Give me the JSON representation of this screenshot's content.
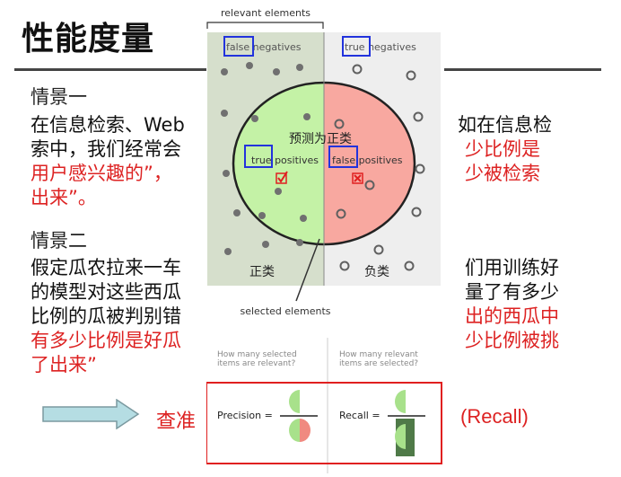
{
  "slide": {
    "title": "性能度量",
    "scene1_heading": "情景一",
    "scene1_line1_left": "在信息检索、Web",
    "scene1_line1_right": "如在信息检",
    "scene1_line2_left": "索中，我们经常会",
    "scene1_line2_right": "少比例是",
    "scene1_line3_left": "用户感兴趣的”，",
    "scene1_line3_right": "少被检索",
    "scene1_line4": "出来”。",
    "scene2_heading": "情景二",
    "scene2_line1_left": "假定瓜农拉来一车",
    "scene2_line1_right": "们用训练好",
    "scene2_line2_left": "的模型对这些西瓜",
    "scene2_line2_right": "量了有多少",
    "scene2_line3_left": "比例的瓜被判别错",
    "scene2_line3_right": "出的西瓜中",
    "scene2_line4_left": "有多少比例是好瓜",
    "scene2_line4_right": "少比例被挑",
    "scene2_line5": "了出来”",
    "bottom_left": "查准",
    "bottom_right": "(Recall)"
  },
  "diagram": {
    "relevant_elements": "relevant elements",
    "false_negatives": "false negatives",
    "true_negatives": "true negatives",
    "predicted_positive_cn": "预测为正类",
    "true_positives": "true positives",
    "false_positives": "false positives",
    "positive_class_cn": "正类",
    "negative_class_cn": "负类",
    "selected_elements": "selected elements",
    "precision_question": "How many selected items are relevant?",
    "recall_question": "How many relevant items are selected?",
    "precision_label": "Precision =",
    "recall_label": "Recall =",
    "colors": {
      "relevant_bg": "#d6dfcc",
      "irrelevant_bg": "#eeeeee",
      "circle_green": "#c4f2a6",
      "circle_red": "#f8a8a0",
      "highlight_box": "#2233dd",
      "red_box": "#e02020"
    }
  }
}
